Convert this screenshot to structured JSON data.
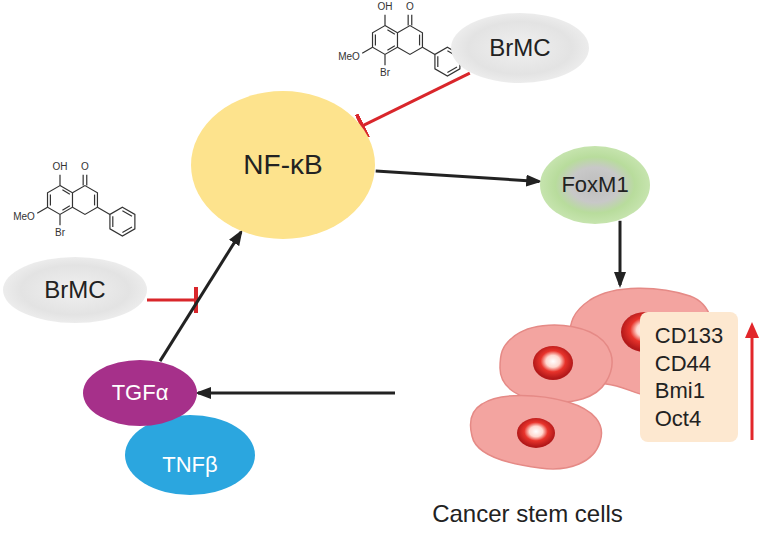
{
  "diagram": {
    "nodes": [
      {
        "text": [
          "BrMC"
        ]
      },
      {
        "text": [
          "NF-κB"
        ]
      },
      {
        "text": [
          "FoxM1"
        ]
      },
      {
        "text": [
          "Cancer stem cells"
        ]
      },
      {
        "text": [
          "CD133 CD44 Bmi1 Oct4"
        ]
      },
      {
        "text": [
          "TGFα"
        ]
      },
      {
        "text": [
          "TNFβ"
        ]
      },
      {
        "text": [
          "BrMC"
        ]
      }
    ],
    "edges": [
      {
        "from": 0,
        "to": 1,
        "arrow": "to"
      },
      {
        "from": 1,
        "to": 2,
        "arrow": "to"
      },
      {
        "from": 2,
        "to": 3,
        "arrow": "to"
      },
      {
        "from": 3,
        "to": 5,
        "arrow": "to"
      },
      {
        "from": 5,
        "to": 1,
        "arrow": "to"
      }
    ],
    "labels": [
      "MeO",
      "Br",
      "OH",
      "O",
      "MeO",
      "Br",
      "OH",
      "O"
    ]
  }
}
